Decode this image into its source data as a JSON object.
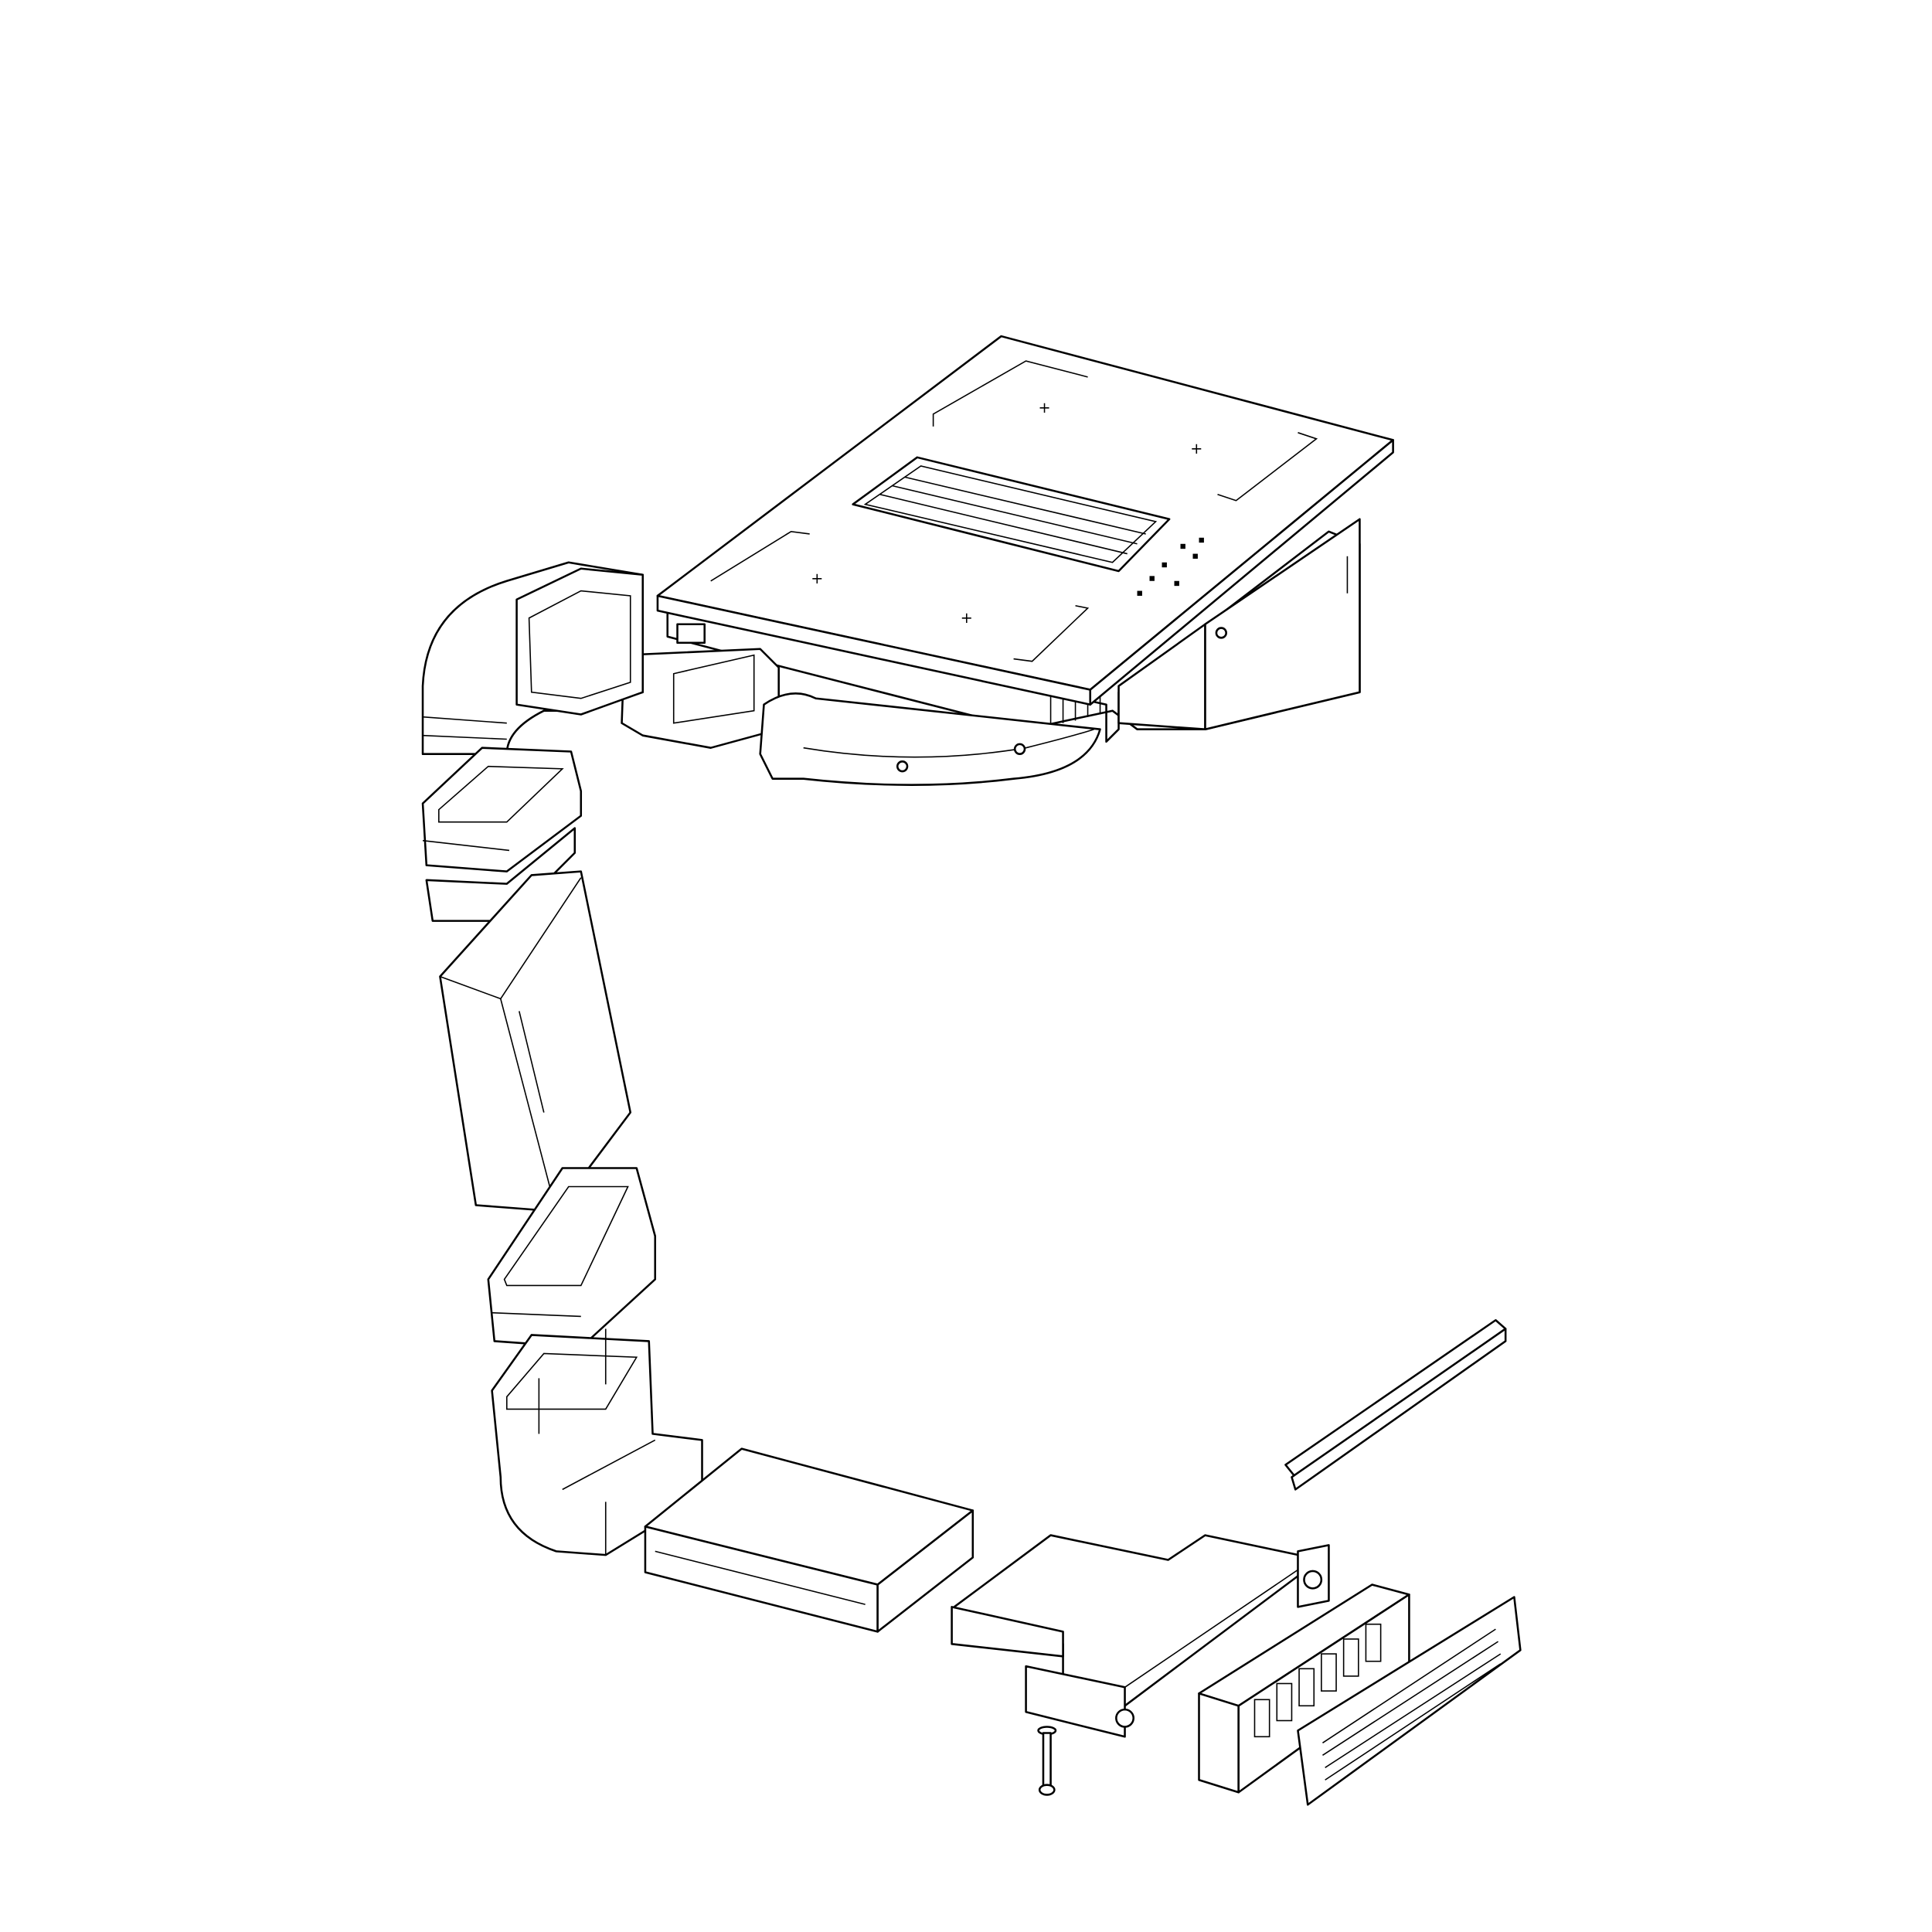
{
  "figure": {
    "type": "exploded-assembly-line-drawing",
    "line_color": "#000000",
    "background_color": "#ffffff",
    "components": [
      "cooktop-with-downdraft-vent",
      "duct-elbow-upper",
      "duct-transition-upper",
      "duct-straight",
      "duct-transition-lower",
      "duct-elbow-lower",
      "duct-box-section",
      "mounting-rail",
      "mounting-bracket-plate",
      "filter-cassette",
      "plinth-grille",
      "bolt"
    ]
  }
}
